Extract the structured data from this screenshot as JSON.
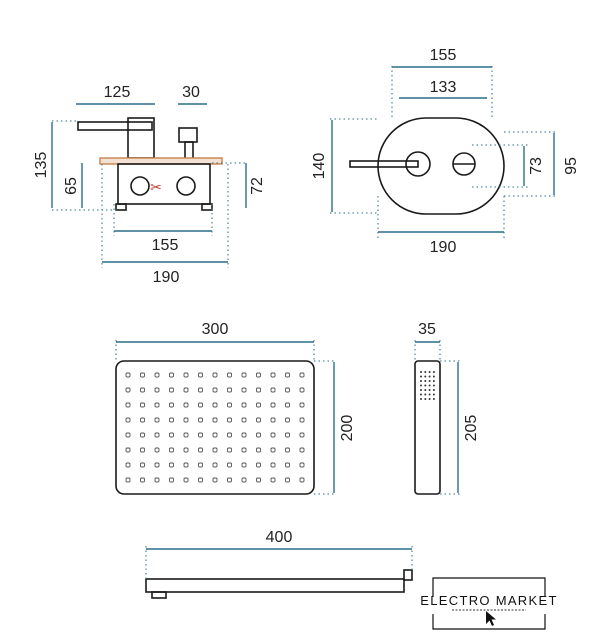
{
  "colors": {
    "dimension": "#2b6f8a",
    "outline": "#1a1a1a",
    "accent": "#c7824e",
    "cut_marker": "#c0392b"
  },
  "views": {
    "mixer_side": {
      "width_body": "155",
      "width_total": "190",
      "lever": "125",
      "knob": "30",
      "height_total": "135",
      "height_box": "65",
      "height_box_right": "72"
    },
    "mixer_front": {
      "width_plate_outer": "155",
      "width_plate_inner": "133",
      "width_total": "190",
      "height_total": "140",
      "height_inner": "73",
      "height_outer": "95"
    },
    "rain_shower_front": {
      "width": "300",
      "height": "200"
    },
    "hand_shower": {
      "width": "35",
      "height": "205"
    },
    "shower_arm": {
      "length": "400"
    }
  },
  "logo": {
    "brand": "ELECTRO MARKET",
    "icon": "cursor-arrow-icon"
  }
}
